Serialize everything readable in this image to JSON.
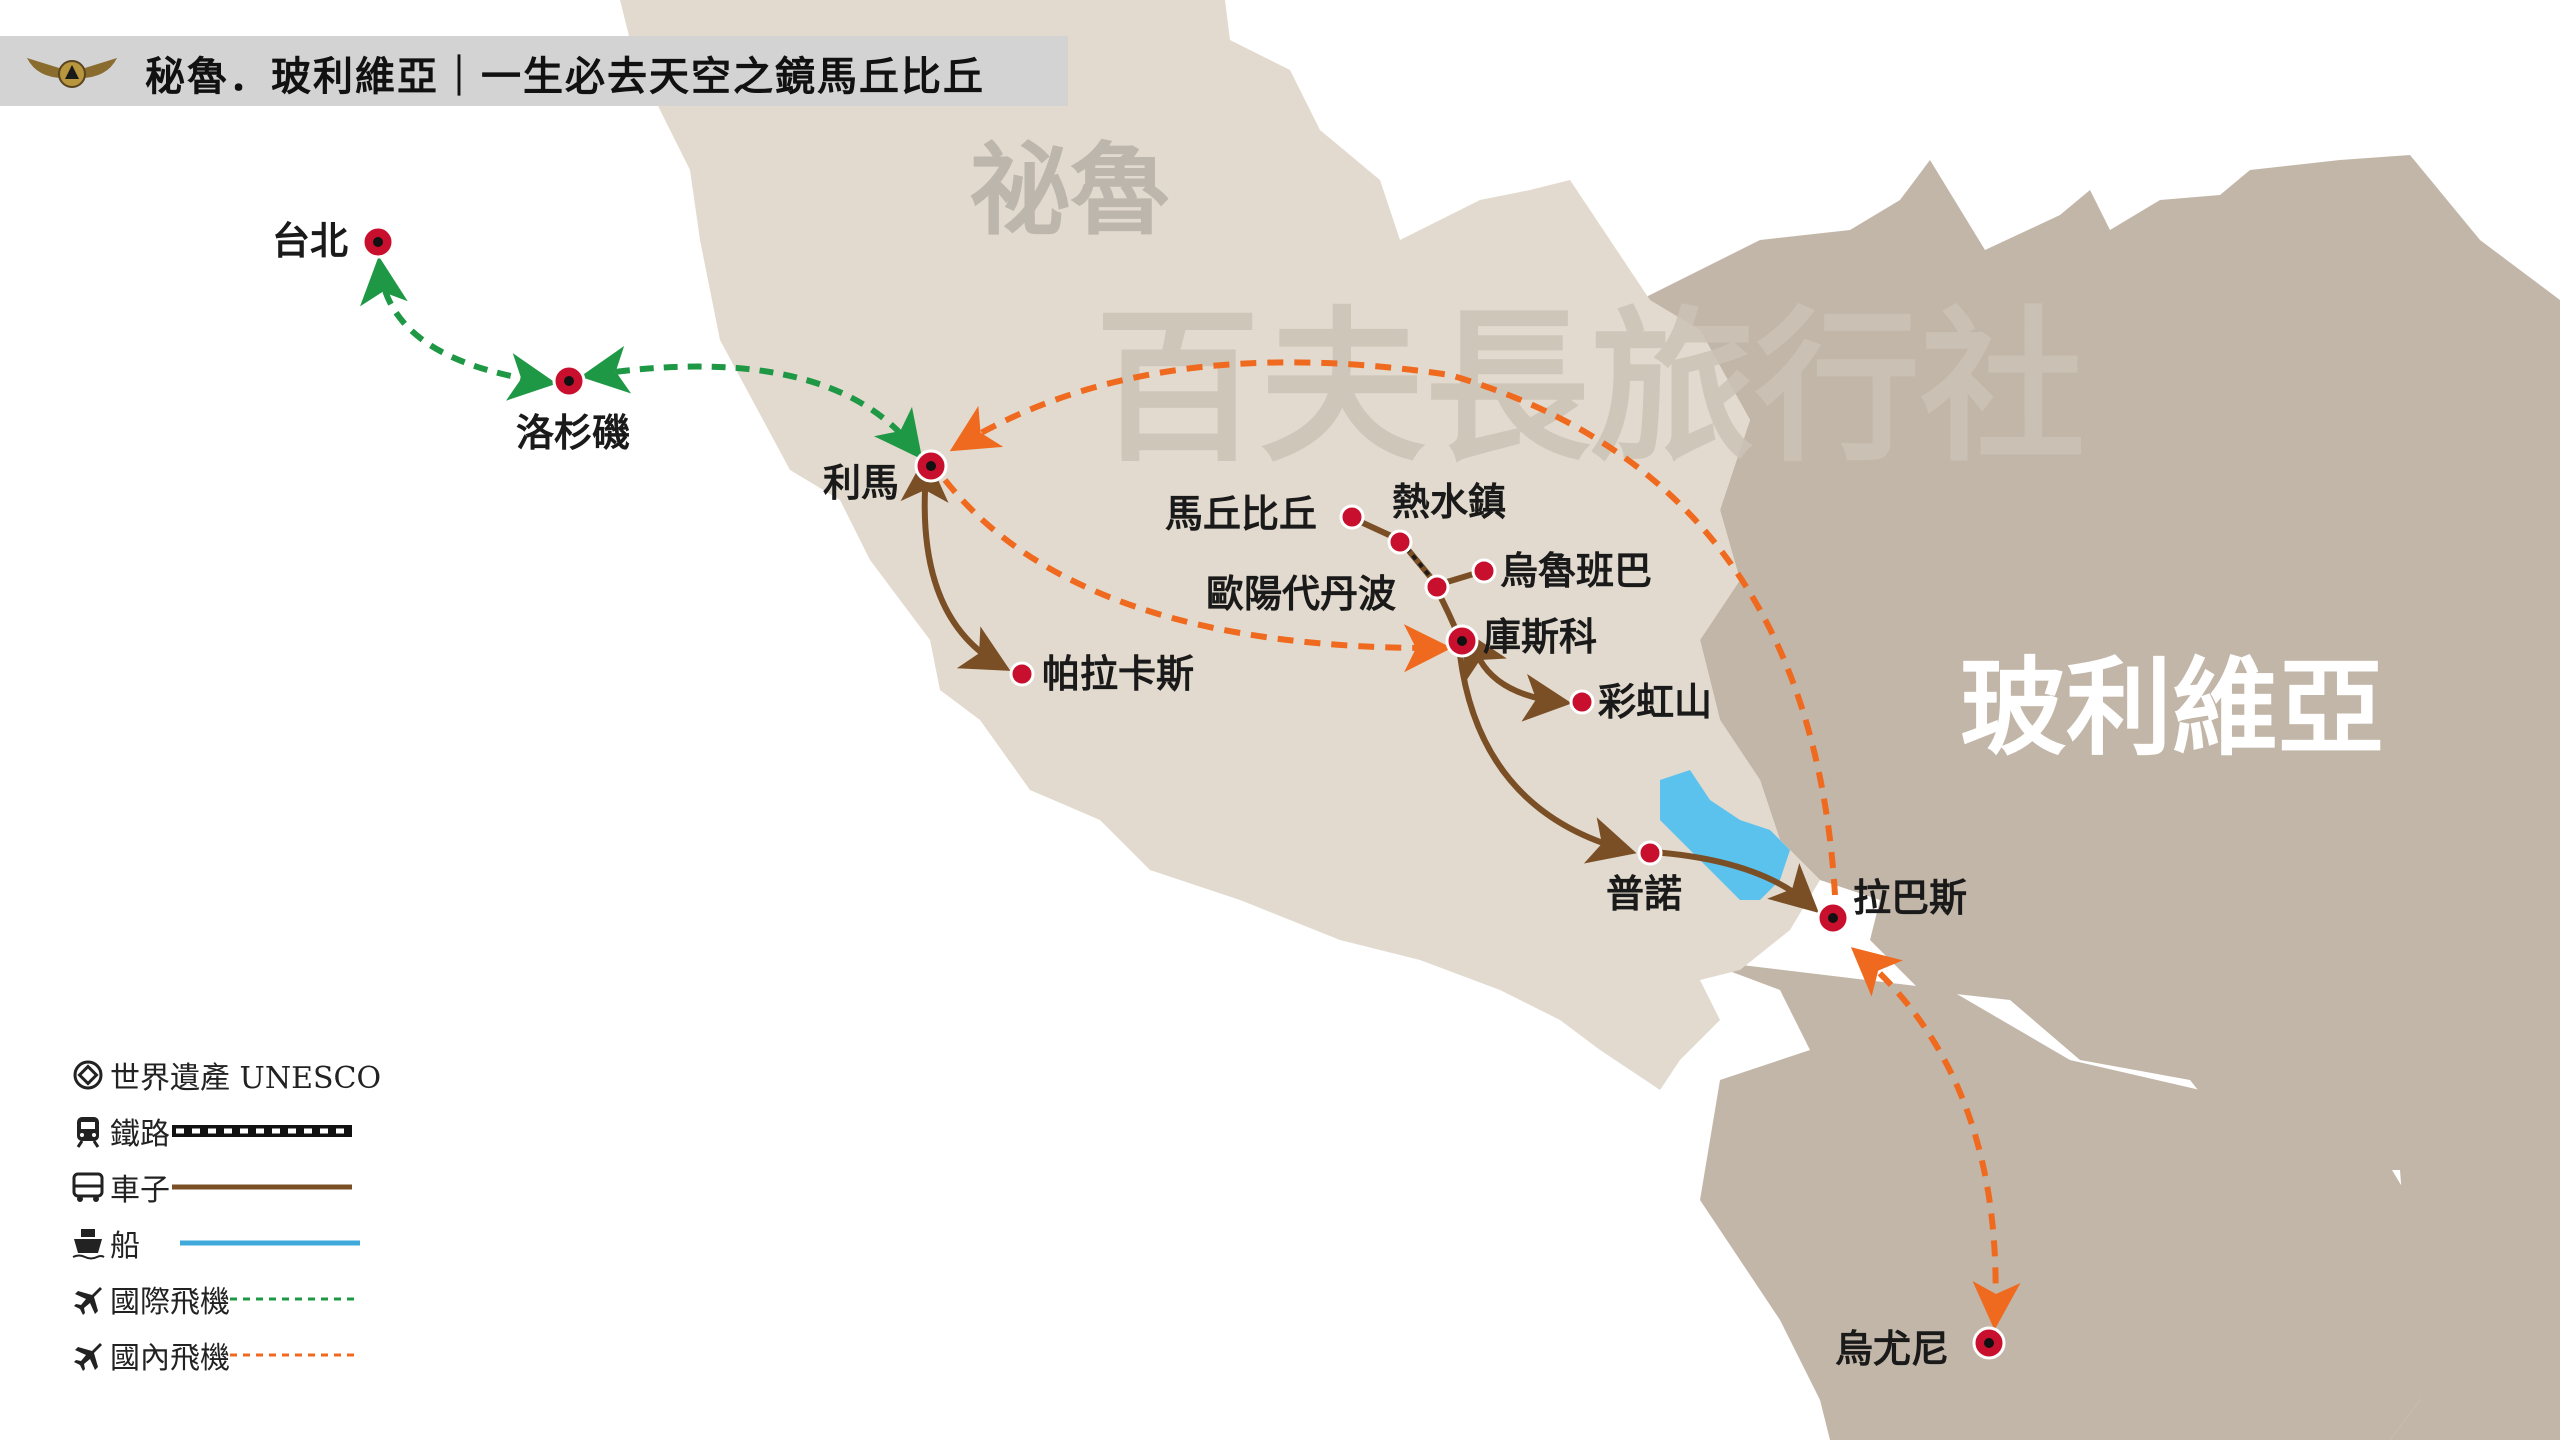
{
  "header": {
    "title": "秘魯．玻利維亞｜一生必去天空之鏡馬丘比丘",
    "logo": "winged-emblem-logo"
  },
  "watermark": "百夫長旅行社",
  "countries": {
    "peru": "祕魯",
    "bolivia": "玻利維亞"
  },
  "cities": {
    "taipei": "台北",
    "los_angeles": "洛杉磯",
    "lima": "利馬",
    "paracas": "帕拉卡斯",
    "machu_picchu": "馬丘比丘",
    "aguas_calientes": "熱水鎮",
    "ollantaytambo": "歐陽代丹波",
    "urubamba": "烏魯班巴",
    "cusco": "庫斯科",
    "rainbow_mountain": "彩虹山",
    "puno": "普諾",
    "la_paz": "拉巴斯",
    "uyuni": "烏尤尼"
  },
  "legend": {
    "unesco": "世界遺產 UNESCO",
    "railway": "鐵路",
    "car": "車子",
    "boat": "船",
    "international_flight": "國際飛機",
    "domestic_flight": "國內飛機"
  },
  "colors": {
    "peru_land": "#e2dace",
    "bolivia_land": "#c2b6a8",
    "lake": "#5bc2ee",
    "car_route": "#7b4f26",
    "international_flight": "#1e9845",
    "domestic_flight": "#ef6a1f",
    "city_dot": "#c8102e",
    "title_bar": "#d3d3d3"
  }
}
